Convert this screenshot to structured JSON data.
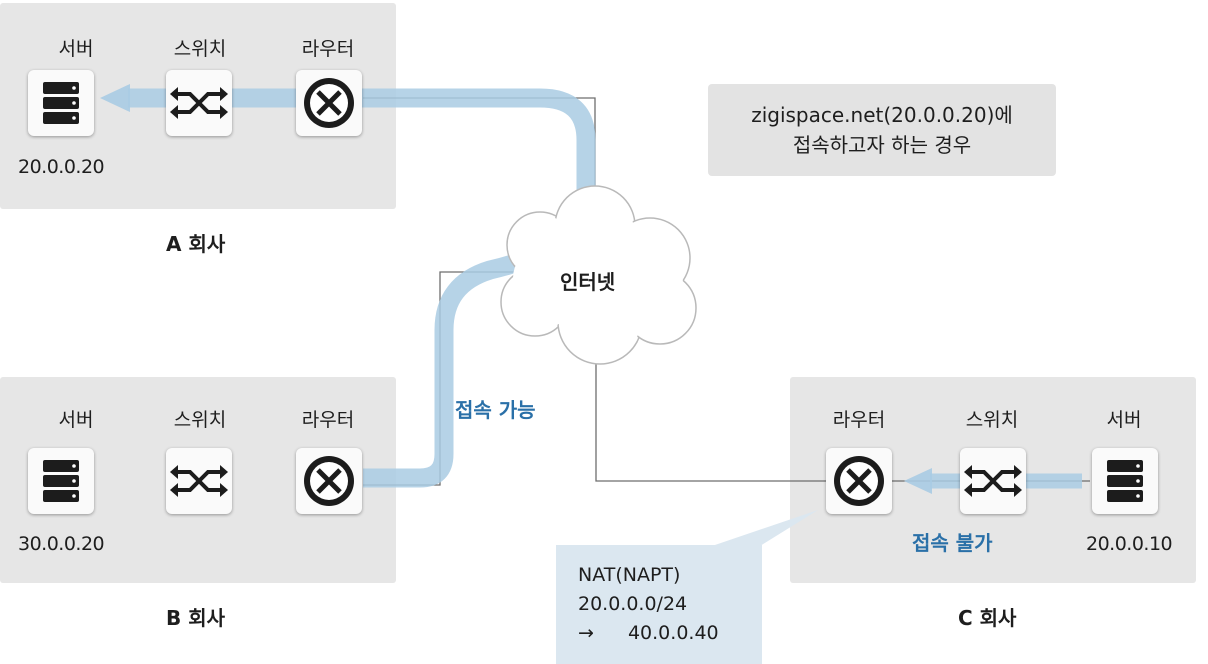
{
  "labels": {
    "server": "서버",
    "switch": "스위치",
    "router": "라우터",
    "internet": "인터넷"
  },
  "company_a": {
    "name": "A 회사",
    "server_ip": "20.0.0.20"
  },
  "company_b": {
    "name": "B 회사",
    "server_ip": "30.0.0.20"
  },
  "company_c": {
    "name": "C 회사",
    "server_ip": "20.0.0.10"
  },
  "note": {
    "line1": "zigispace.net(20.0.0.20)에",
    "line2": "접속하고자 하는 경우"
  },
  "access_ok": "접속 가능",
  "access_denied": "접속 불가",
  "nat": {
    "title": "NAT(NAPT)",
    "line1": "20.0.0.0/24",
    "arrow": "→",
    "line2": "40.0.0.40"
  },
  "colors": {
    "panel": "#e6e6e6",
    "flow": "#a9cbe3",
    "accent_text": "#2a70a8",
    "nat_bubble": "#dbe7f0"
  },
  "icons": [
    "server-icon",
    "switch-icon",
    "router-icon",
    "cloud-icon"
  ]
}
